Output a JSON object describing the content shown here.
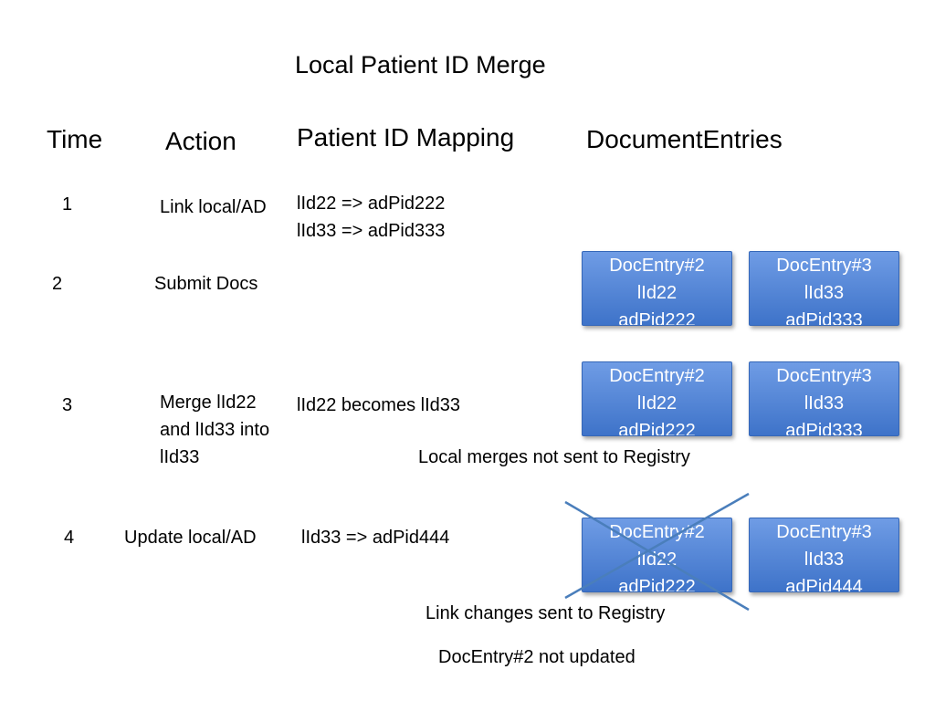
{
  "title": "Local Patient ID Merge",
  "headers": {
    "time": "Time",
    "action": "Action",
    "mapping": "Patient ID Mapping",
    "entries": "DocumentEntries"
  },
  "rows": [
    {
      "time": "1",
      "action": "Link local/AD",
      "mapping": "lId22 => adPid222\nlId33 => adPid333"
    },
    {
      "time": "2",
      "action": "Submit Docs",
      "mapping": ""
    },
    {
      "time": "3",
      "action": "Merge lId22\nand lId33 into\nlId33",
      "mapping": "lId22 becomes lId33"
    },
    {
      "time": "4",
      "action": "Update local/AD",
      "mapping": "lId33 => adPid444"
    }
  ],
  "doc_entries": {
    "row2": [
      "DocEntry#2\nlId22\nadPid222",
      "DocEntry#3\nlId33\nadPid333"
    ],
    "row3": [
      "DocEntry#2\nlId22\nadPid222",
      "DocEntry#3\nlId33\nadPid333"
    ],
    "row4": [
      "DocEntry#2\nlId22\nadPid222",
      "DocEntry#3\nlId33\nadPid444"
    ]
  },
  "notes": {
    "local_merge": "Local merges not sent to Registry",
    "link_changes": "Link changes sent to Registry",
    "not_updated": "DocEntry#2 not updated"
  },
  "colors": {
    "box_fill": "#4f81d0",
    "cross_line": "#4a7ebb"
  }
}
